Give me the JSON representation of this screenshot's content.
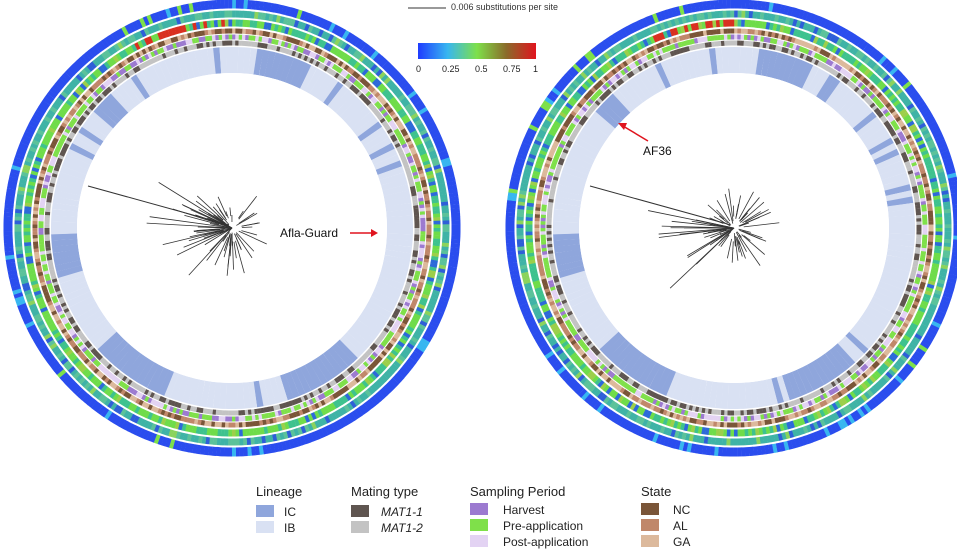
{
  "scale_bar": {
    "label": "0.006 substitutions per site"
  },
  "colorbar": {
    "ticks": [
      "0",
      "0.25",
      "0.5",
      "0.75",
      "1"
    ],
    "stops": [
      "#1f3cff",
      "#38b6f0",
      "#7ee04a",
      "#8b6a2a",
      "#e0141e"
    ]
  },
  "callouts": {
    "left": "Afla-Guard",
    "right": "AF36"
  },
  "colors": {
    "arrow": "#e0141e",
    "IC": "#8fa6dc",
    "IB": "#d9e1f3",
    "MAT1-1": "#5f5550",
    "MAT1-2": "#c3c3c3",
    "Harvest": "#9c7ad0",
    "Pre-application": "#7fe04a",
    "Post-application": "#e3d3f3",
    "NC": "#7a5538",
    "AL": "#c0876a",
    "GA": "#dcb99c"
  },
  "legend": {
    "lineage": {
      "title": "Lineage",
      "items": [
        "IC",
        "IB"
      ]
    },
    "mating_type": {
      "title": "Mating type",
      "items": [
        "MAT1-1",
        "MAT1-2"
      ]
    },
    "sampling_period": {
      "title": "Sampling Period",
      "items": [
        "Harvest",
        "Pre-application",
        "Post-application"
      ]
    },
    "state": {
      "title": "State",
      "items": [
        "NC",
        "AL",
        "GA"
      ]
    }
  }
}
